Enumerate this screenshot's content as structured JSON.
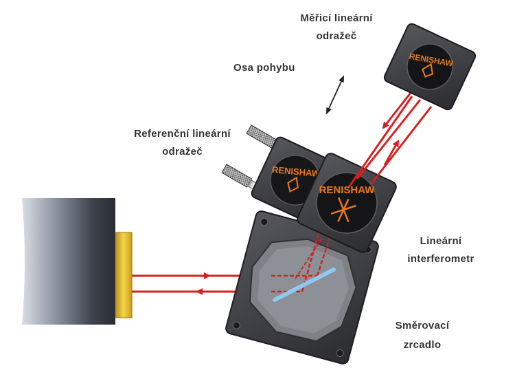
{
  "labels": {
    "meas_reflector_l1": "Měřicí lineární",
    "meas_reflector_l2": "odražeč",
    "axis": "Osa pohybu",
    "ref_reflector_l1": "Referenční lineární",
    "ref_reflector_l2": "odražeč",
    "interferometer_l1": "Lineární",
    "interferometer_l2": "interferometr",
    "mirror_l1": "Směrovací",
    "mirror_l2": "zrcadlo"
  },
  "logo": "RENISHAW",
  "colors": {
    "beam": "#d81f1f",
    "logo_orange": "#e87a1e",
    "housing_dark": "#3a3a3c",
    "laser_yellow": "#e6c21e",
    "beam_splitter": "#8fc8f0"
  }
}
